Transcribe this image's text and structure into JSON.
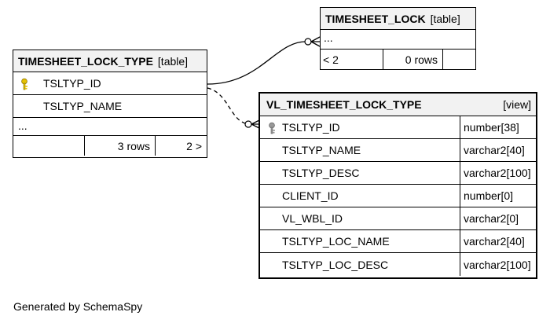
{
  "tables": {
    "timesheet_lock_type": {
      "name": "TIMESHEET_LOCK_TYPE",
      "kind": "[table]",
      "columns": [
        {
          "name": "TSLTYP_ID",
          "key": "primary"
        },
        {
          "name": "TSLTYP_NAME"
        }
      ],
      "ellipsis": "...",
      "footer": {
        "left": "",
        "rows": "3 rows",
        "next": "2 >"
      }
    },
    "timesheet_lock": {
      "name": "TIMESHEET_LOCK",
      "kind": "[table]",
      "ellipsis": "...",
      "footer": {
        "prev": "< 2",
        "rows": "0 rows",
        "right": ""
      }
    },
    "vl_timesheet_lock_type": {
      "name": "VL_TIMESHEET_LOCK_TYPE",
      "kind": "[view]",
      "columns": [
        {
          "name": "TSLTYP_ID",
          "type": "number[38]",
          "key": "primary"
        },
        {
          "name": "TSLTYP_NAME",
          "type": "varchar2[40]"
        },
        {
          "name": "TSLTYP_DESC",
          "type": "varchar2[100]"
        },
        {
          "name": "CLIENT_ID",
          "type": "number[0]"
        },
        {
          "name": "VL_WBL_ID",
          "type": "varchar2[0]"
        },
        {
          "name": "TSLTYP_LOC_NAME",
          "type": "varchar2[40]"
        },
        {
          "name": "TSLTYP_LOC_DESC",
          "type": "varchar2[100]"
        }
      ]
    }
  },
  "colors": {
    "primary_key_icon": "#e6c200",
    "view_key_icon": "#999999",
    "header_bg": "#f2f2f2"
  },
  "credit": "Generated by SchemaSpy"
}
